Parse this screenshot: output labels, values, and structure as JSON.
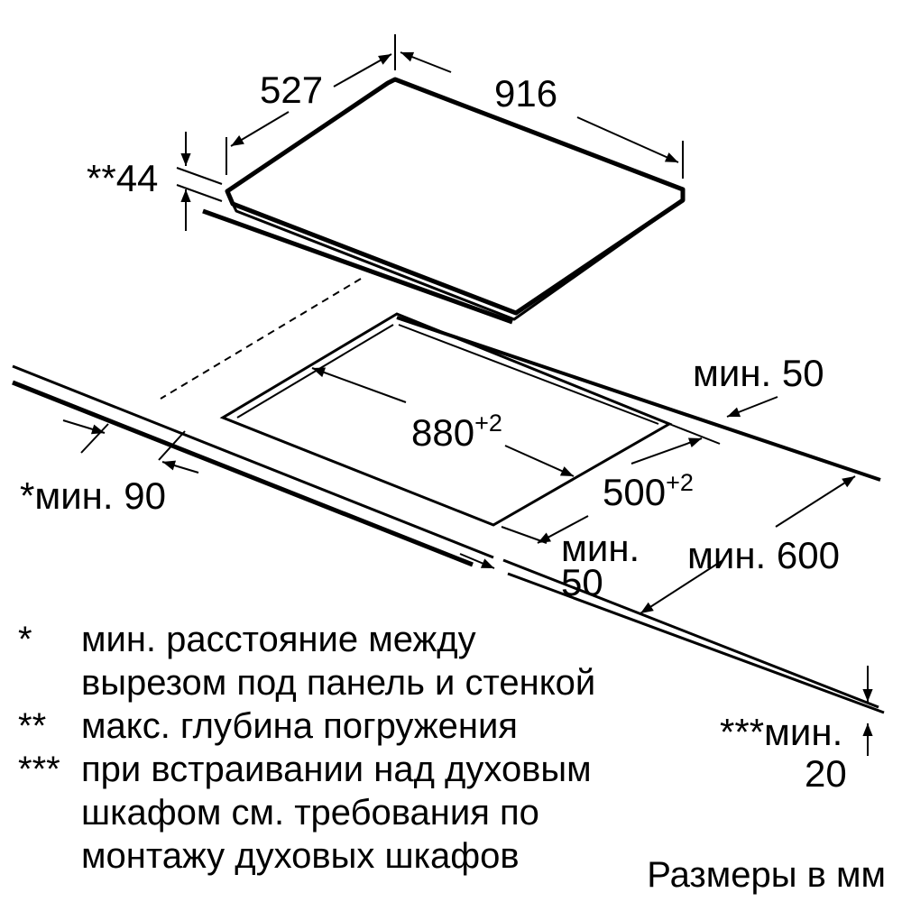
{
  "dimensions": {
    "width_label": "916",
    "depth_label": "527",
    "immersion_label": "**44",
    "cutout_width": {
      "value": "880",
      "tolerance": "+2"
    },
    "cutout_depth": {
      "value": "500",
      "tolerance": "+2"
    },
    "rear_clearance_label": "мин. 50",
    "front_clearance_line1": "мин.",
    "front_clearance_line2": "50",
    "side_clearance_label": "*мин. 90",
    "worktop_depth_label": "мин. 600",
    "oven_gap_line1": "***мин.",
    "oven_gap_line2": "20"
  },
  "notes": [
    {
      "mark": "*",
      "lines": [
        "мин. расстояние между",
        "вырезом под панель и стенкой"
      ]
    },
    {
      "mark": "**",
      "lines": [
        "макс. глубина погружения"
      ]
    },
    {
      "mark": "***",
      "lines": [
        "при встраивании над духовым",
        "шкафом см. требования по",
        "монтажу духовых шкафов"
      ]
    }
  ],
  "units_label": "Размеры в мм"
}
